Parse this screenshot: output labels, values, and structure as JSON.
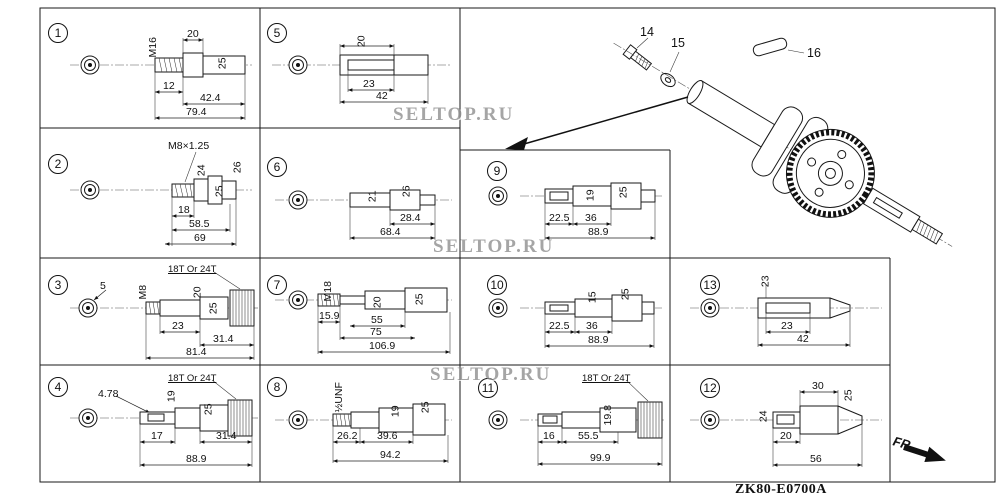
{
  "page": {
    "code": "ZK80-E0700A",
    "fr": "FR.",
    "watermark": "SELTOP.RU"
  },
  "callouts": {
    "c14": "14",
    "c15": "15",
    "c16": "16"
  },
  "cells": {
    "c1": {
      "num": "1",
      "labels": [
        "M16",
        "20",
        "25",
        "12",
        "42.4",
        "79.4"
      ]
    },
    "c2": {
      "num": "2",
      "labels": [
        "M8×1.25",
        "24",
        "26",
        "25",
        "18",
        "58.5",
        "69"
      ]
    },
    "c3": {
      "num": "3",
      "labels": [
        "5",
        "M8",
        "18T Or 24T",
        "20",
        "23",
        "25",
        "31.4",
        "81.4"
      ]
    },
    "c4": {
      "num": "4",
      "labels": [
        "4.78",
        "18T Or 24T",
        "19",
        "25",
        "17",
        "31.4",
        "88.9"
      ]
    },
    "c5": {
      "num": "5",
      "labels": [
        "20",
        "23",
        "42"
      ]
    },
    "c6": {
      "num": "6",
      "labels": [
        "21",
        "26",
        "28.4",
        "68.4"
      ]
    },
    "c7": {
      "num": "7",
      "labels": [
        "M18",
        "15.9",
        "20",
        "25",
        "55",
        "75",
        "106.9"
      ]
    },
    "c8": {
      "num": "8",
      "labels": [
        "½UNF",
        "19",
        "25",
        "26.2",
        "39.6",
        "94.2"
      ]
    },
    "c9": {
      "num": "9",
      "labels": [
        "19",
        "25",
        "22.5",
        "36",
        "88.9"
      ]
    },
    "c10": {
      "num": "10",
      "labels": [
        "22.5",
        "15",
        "25",
        "36",
        "88.9"
      ]
    },
    "c11": {
      "num": "11",
      "labels": [
        "18T Or 24T",
        "19.8",
        "16",
        "55.5",
        "99.9"
      ]
    },
    "c12": {
      "num": "12",
      "labels": [
        "30",
        "25",
        "24",
        "20",
        "56"
      ]
    },
    "c13": {
      "num": "13",
      "labels": [
        "23",
        "23",
        "42"
      ]
    }
  }
}
